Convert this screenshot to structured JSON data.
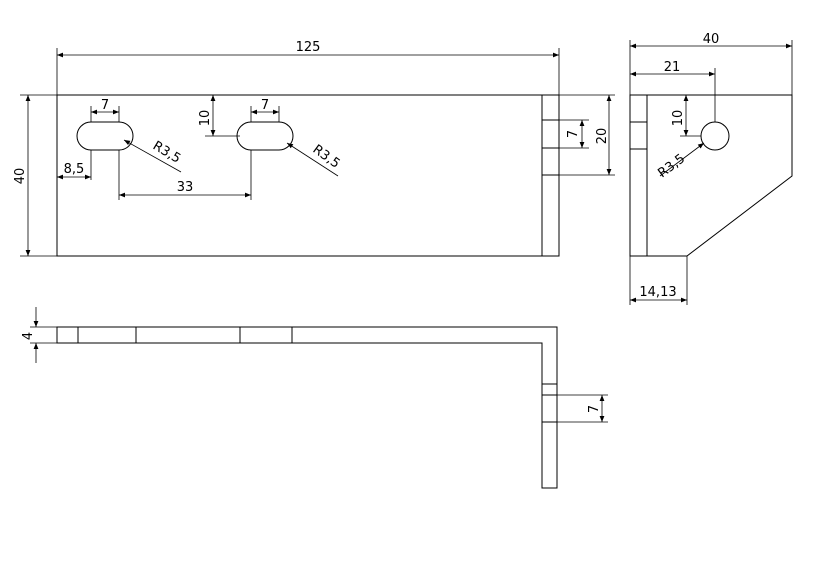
{
  "dimensions": {
    "overall_length": "125",
    "plate_height": "40",
    "slot_width_left": "7",
    "slot_width_right": "7",
    "slot_top_offset": "10",
    "slot_radius_left": "R3,5",
    "slot_radius_right": "R3,5",
    "slot_edge_offset": "8,5",
    "slot_spacing": "33",
    "tab_height_front": "20",
    "tab_width_front": "7",
    "side_width": "40",
    "hole_offset_x": "21",
    "hole_offset_y": "10",
    "hole_radius": "R3,5",
    "chamfer_base": "14,13",
    "plate_thickness": "4",
    "bottom_tab_width": "7"
  }
}
